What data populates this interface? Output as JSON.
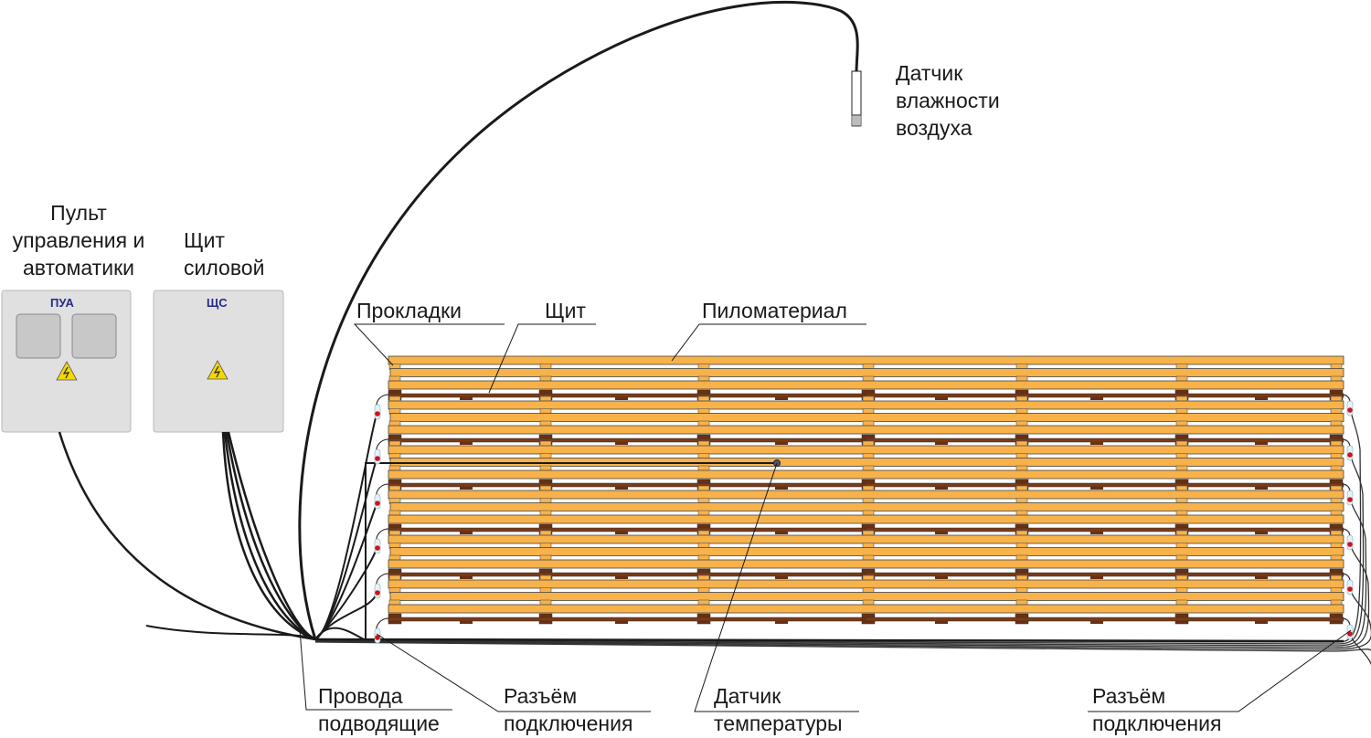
{
  "labels": {
    "control_panel": [
      "Пульт",
      "управления и",
      "автоматики"
    ],
    "power_panel": [
      "Щит",
      "силовой"
    ],
    "humidity_sensor": [
      "Датчик",
      "влажности",
      "воздуха"
    ],
    "spacers": "Прокладки",
    "shield": "Щит",
    "lumber": "Пиломатериал",
    "supply_wires": [
      "Провода",
      "подводящие"
    ],
    "connector_left": [
      "Разъём",
      "подключения"
    ],
    "temperature_sensor": [
      "Датчик",
      "температуры"
    ],
    "connector_right": [
      "Разъём",
      "подключения"
    ]
  },
  "panels": [
    {
      "code": "ПУА",
      "icon": "high-voltage-warning-icon"
    },
    {
      "code": "ЩС",
      "icon": "high-voltage-warning-icon"
    }
  ],
  "colors": {
    "lumber": "#f8b24a",
    "shield": "#7a3a16",
    "cabinet": "#e0e0e0",
    "panel_text": "#27288a",
    "warning": "#f5d800",
    "connector_red": "#d0121b"
  }
}
